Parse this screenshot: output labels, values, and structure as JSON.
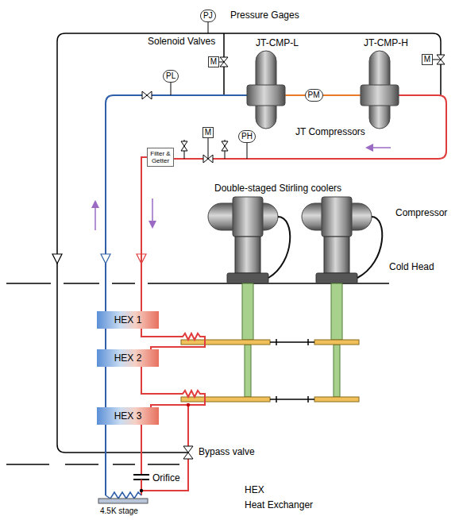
{
  "diagram": {
    "nodes": [
      {
        "text": [
          "PJ"
        ]
      },
      {
        "text": [
          "M"
        ]
      },
      {
        "text": [
          "M"
        ]
      },
      {
        "text": [
          "PL"
        ]
      },
      {
        "text": [
          "PM"
        ]
      },
      {
        "text": [
          "M"
        ]
      },
      {
        "text": [
          "PH"
        ]
      },
      {
        "text": [
          "Filter & Getter"
        ]
      },
      {
        "text": [
          "HEX 1"
        ]
      },
      {
        "text": [
          "HEX 2"
        ]
      },
      {
        "text": [
          "HEX 3"
        ]
      }
    ],
    "edges": [
      {
        "from": 7,
        "to": 8,
        "arrow": "none"
      },
      {
        "from": 8,
        "to": 9,
        "arrow": "none"
      },
      {
        "from": 9,
        "to": 10,
        "arrow": "none"
      }
    ],
    "labels": [
      "Pressure Gages",
      "Solenoid Valves",
      "JT-CMP-L",
      "JT-CMP-H",
      "JT Compressors",
      "Double-staged Stirling coolers",
      "Compressor",
      "Cold Head",
      "Bypass valve",
      "Orifice",
      "4.5K stage",
      "HEX",
      "Heat Exchanger"
    ]
  }
}
